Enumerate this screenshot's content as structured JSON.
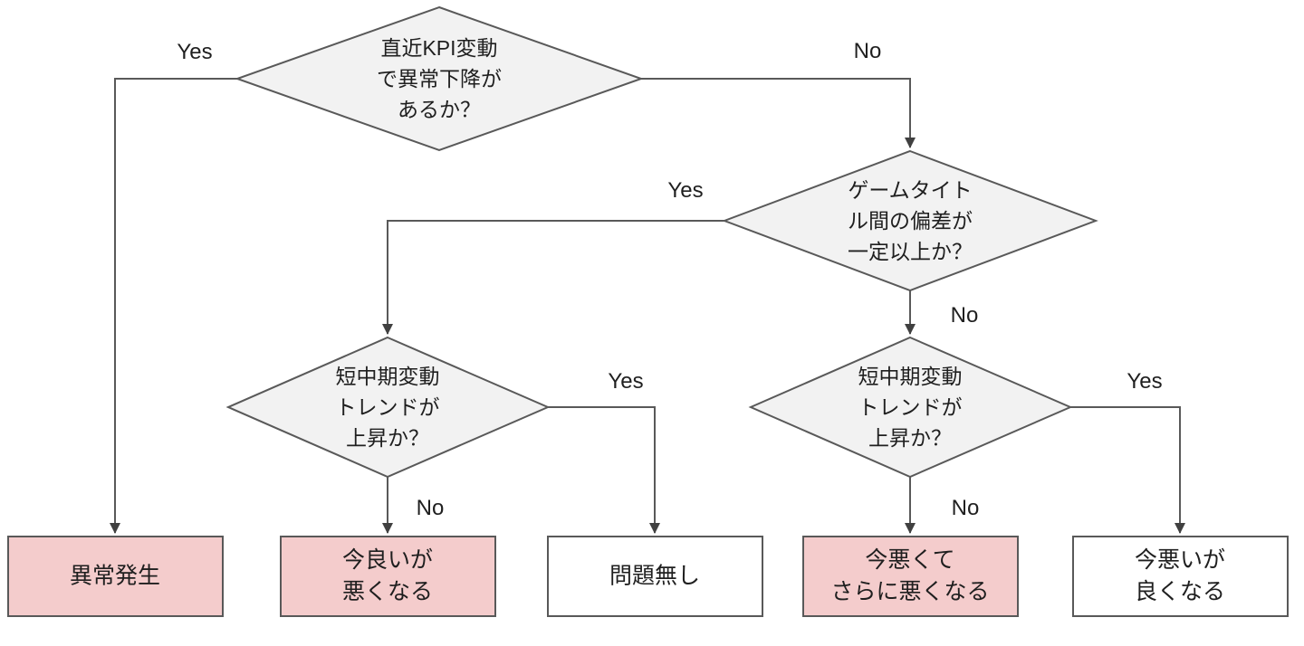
{
  "flowchart": {
    "colors": {
      "canvas_bg": "#ffffff",
      "diamond_fill": "#f2f2f2",
      "box_alert_fill": "#f4cccc",
      "box_normal_fill": "#ffffff",
      "shape_border": "#595959",
      "line_color": "#595959",
      "arrowhead_color": "#404040",
      "text_color": "#1f1f1f"
    },
    "decisions": [
      {
        "id": "recent-kpi-drop",
        "text": "直近KPI変動\nで異常下降が\nあるか？"
      },
      {
        "id": "title-deviation",
        "text": "ゲームタイト\nル間の偏差が\n一定以上か？"
      },
      {
        "id": "trend-left",
        "text": "短中期変動\nトレンドが\n上昇か？"
      },
      {
        "id": "trend-right",
        "text": "短中期変動\nトレンドが\n上昇か？"
      }
    ],
    "outcomes": [
      {
        "id": "anomaly",
        "text": "異常発生",
        "tone": "alert"
      },
      {
        "id": "good-now-worsens",
        "text": "今良いが\n悪くなる",
        "tone": "alert"
      },
      {
        "id": "no-problem",
        "text": "問題無し",
        "tone": "normal"
      },
      {
        "id": "bad-now-worsens",
        "text": "今悪くて\nさらに悪くなる",
        "tone": "alert"
      },
      {
        "id": "bad-now-improves",
        "text": "今悪いが\n良くなる",
        "tone": "normal"
      }
    ],
    "edges": [
      {
        "id": "d1-yes",
        "label": "Yes"
      },
      {
        "id": "d1-no",
        "label": "No"
      },
      {
        "id": "d2-yes",
        "label": "Yes"
      },
      {
        "id": "d2-no",
        "label": "No"
      },
      {
        "id": "d3-yes",
        "label": "Yes"
      },
      {
        "id": "d3-no",
        "label": "No"
      },
      {
        "id": "d4-yes",
        "label": "Yes"
      },
      {
        "id": "d4-no",
        "label": "No"
      }
    ]
  }
}
